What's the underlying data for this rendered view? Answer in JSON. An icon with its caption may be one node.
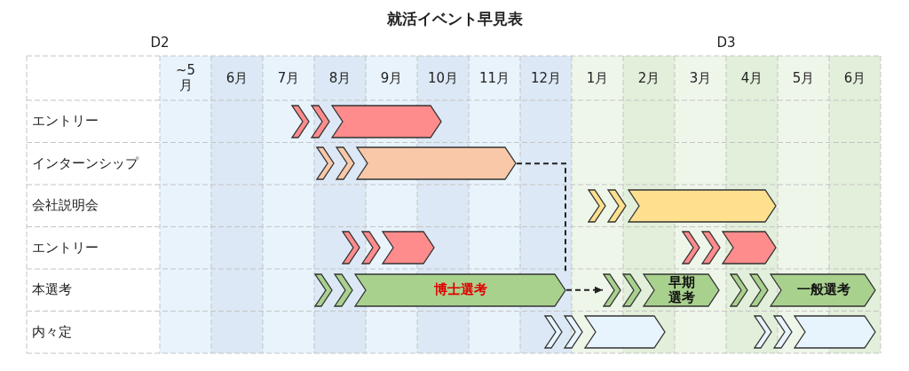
{
  "diagram": {
    "title": "就活イベント早見表",
    "nodes": [
      {
        "text": [],
        "shape": "arrow"
      },
      {
        "text": [],
        "shape": "arrow"
      },
      {
        "text": [],
        "shape": "arrow"
      },
      {
        "text": [],
        "shape": "arrow"
      },
      {
        "text": [],
        "shape": "arrow"
      },
      {
        "text": [
          "博士選考"
        ]
      },
      {
        "text": [
          "早期選考"
        ]
      },
      {
        "text": [
          "一般選考"
        ]
      },
      {
        "text": [],
        "shape": "arrow"
      },
      {
        "text": [],
        "shape": "arrow"
      }
    ],
    "edges": [
      {
        "from": 1,
        "to": 5,
        "arrow": "none",
        "style": "dashed"
      },
      {
        "from": 5,
        "to": 6,
        "arrow": "to",
        "style": "dashed"
      }
    ],
    "labels": [
      "D2",
      "D3",
      "~5月",
      "6月",
      "7月",
      "8月",
      "9月",
      "10月",
      "11月",
      "12月",
      "1月",
      "2月",
      "3月",
      "4月",
      "5月",
      "6月",
      "エントリー",
      "インターンシップ",
      "会社説明会",
      "エントリー",
      "本選考",
      "内々定"
    ]
  }
}
